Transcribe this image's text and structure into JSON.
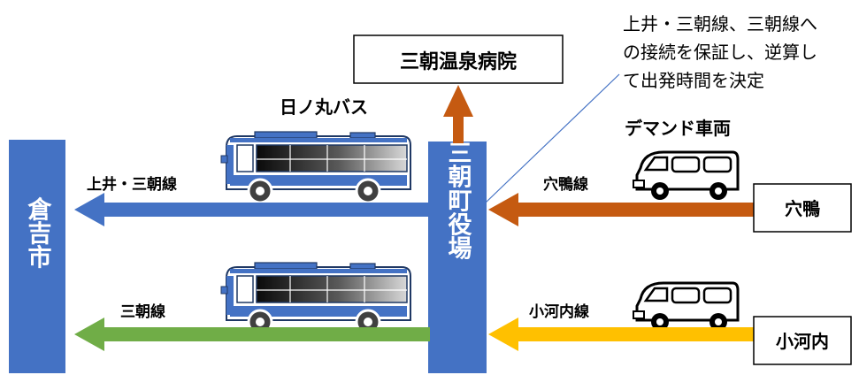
{
  "nodes": {
    "kurayoshi": "倉吉市",
    "town_office": "三朝町役場",
    "hospital": "三朝温泉病院",
    "anakamo": "穴鴨",
    "ogouchi": "小河内"
  },
  "routes": {
    "kamii_misasa": "上井・三朝線",
    "misasa": "三朝線",
    "anakamo_line": "穴鴨線",
    "ogouchi_line": "小河内線"
  },
  "operators": {
    "hinomaru": "日ノ丸バス",
    "demand": "デマンド車両"
  },
  "callout": {
    "lines": [
      "上井・三朝線、三朝線へ",
      "の接続を保証し、逆算し",
      "て出発時間を決定"
    ]
  },
  "colors": {
    "blue_bar": "#4472c4",
    "arrow_blue": "#4472c4",
    "arrow_green": "#70ad47",
    "arrow_orange": "#c55a11",
    "arrow_yellow": "#ffc000"
  }
}
